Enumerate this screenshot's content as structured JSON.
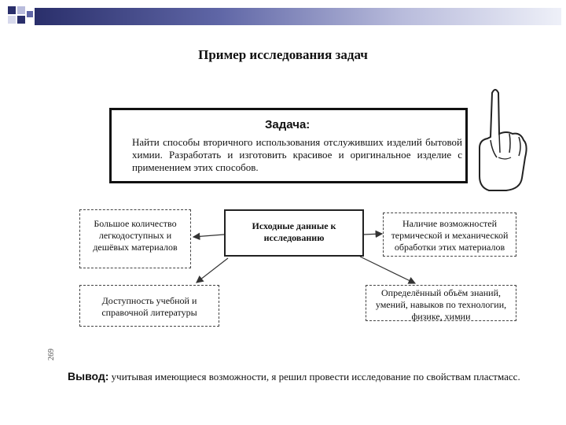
{
  "title": "Пример исследования задач",
  "task": {
    "heading": "Задача:",
    "text": "Найти способы вторичного использования отслуживших изделий бытовой химии. Разработать и изготовить красивое и оригинальное изделие с применением этих способов."
  },
  "boxes": {
    "center": "Исходные данные к исследованию",
    "left": "Большое количество легкодоступных и дешёвых материалов",
    "right": "Наличие возможностей термической и механической обработки этих материалов",
    "bottom_left": "Доступность учебной и справочной литературы",
    "bottom_right": "Определённый объём знаний, умений, навыков по технологии, физике, химии"
  },
  "conclusion": {
    "label": "Вывод:",
    "text": " учитывая имеющиеся возможности, я решил провести исследование по свойствам пластмасс."
  },
  "page_number": "269",
  "colors": {
    "accent_dark": "#2a2f6b",
    "accent_light": "#b9bcdc"
  },
  "icons": {
    "hand": "raised-index-finger-hand"
  }
}
